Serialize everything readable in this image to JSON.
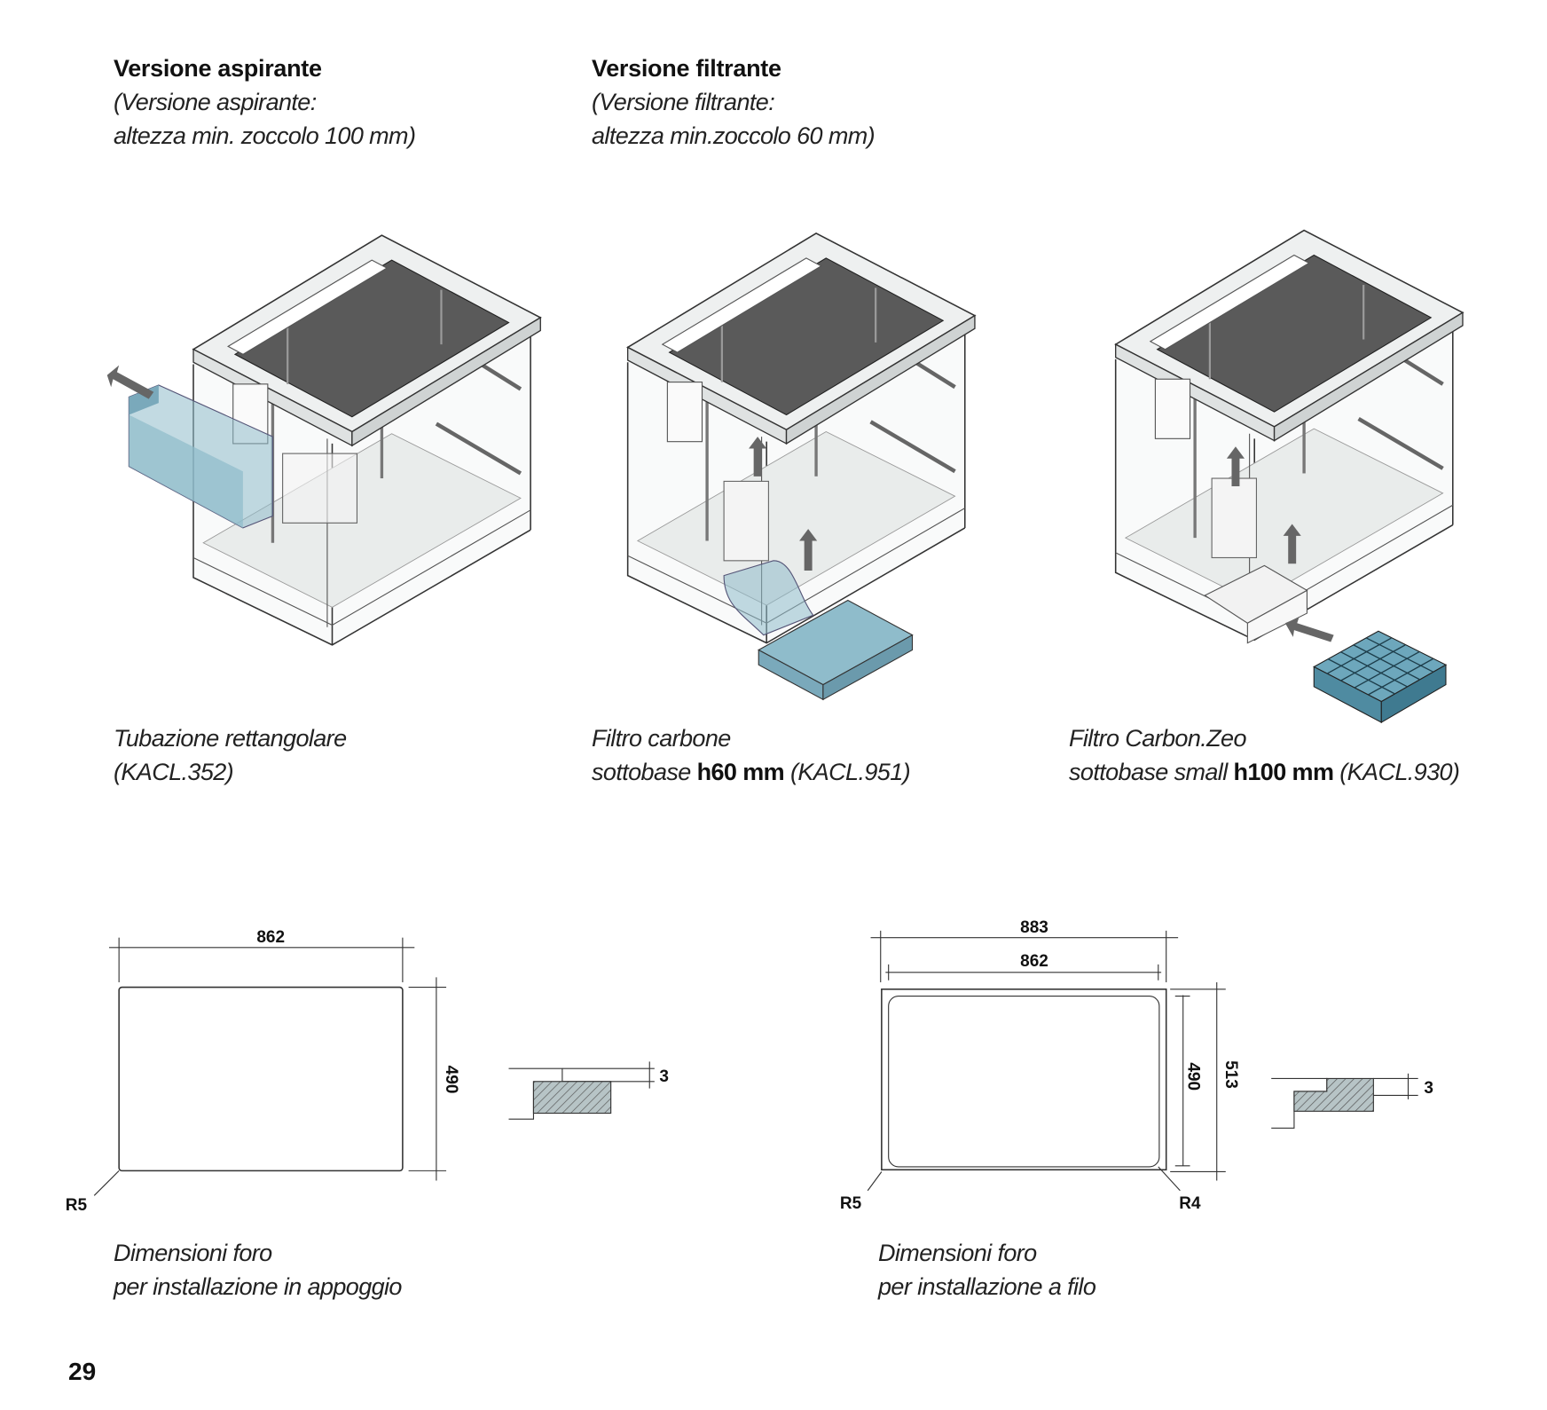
{
  "columns": [
    {
      "title": "Versione aspirante",
      "subtitle_line1": "(Versione aspirante:",
      "subtitle_line2": "altezza min. zoccolo 100 mm)"
    },
    {
      "title": "Versione filtrante",
      "subtitle_line1": "(Versione filtrante:",
      "subtitle_line2": "altezza min.zoccolo 60 mm)"
    }
  ],
  "figures": [
    {
      "caption_line1": "Tubazione rettangolare",
      "caption_line2": "(KACL.352)"
    },
    {
      "caption_line1": "Filtro carbone",
      "caption_line2_pre": "sottobase ",
      "caption_line2_bold": "h60 mm",
      "caption_line2_post": " (KACL.951)"
    },
    {
      "caption_line1": "Filtro Carbon.Zeo",
      "caption_line2_pre": "sottobase small ",
      "caption_line2_bold": "h100 mm",
      "caption_line2_post": " (KACL.930)"
    }
  ],
  "cutouts": [
    {
      "width": "862",
      "height": "490",
      "radius": "R5",
      "depth": "3",
      "caption_line1": "Dimensioni foro",
      "caption_line2": "per installazione in appoggio"
    },
    {
      "outer_width": "883",
      "width": "862",
      "height": "490",
      "outer_height": "513",
      "radius_outer": "R5",
      "radius_inner": "R4",
      "depth": "3",
      "caption_line1": "Dimensioni foro",
      "caption_line2": "per installazione a filo"
    }
  ],
  "page_number": "29",
  "colors": {
    "duct_blue": "#8fbccb",
    "glass_dark": "#5a5a5a",
    "line": "#333333"
  }
}
